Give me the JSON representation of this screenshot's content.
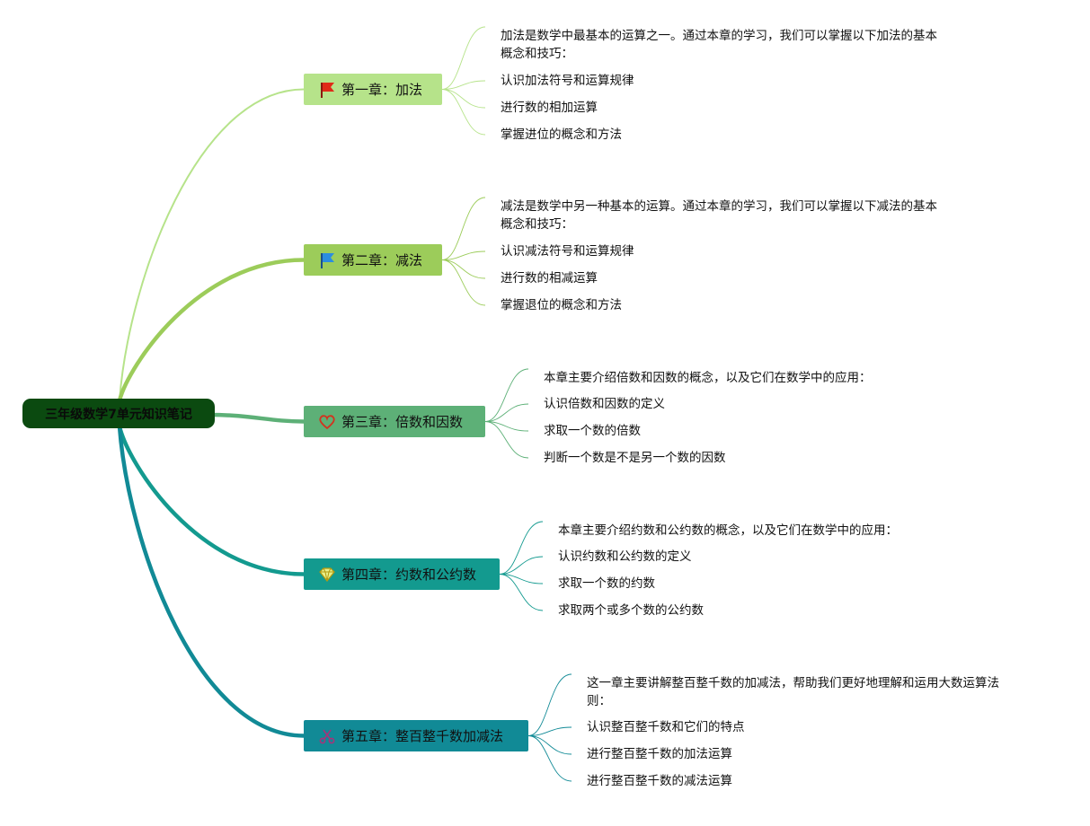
{
  "root": {
    "label": "三年级数学7单元知识笔记",
    "color": "#0b4a10"
  },
  "chapters": [
    {
      "label": "第一章：加法",
      "icon": "red-flag-icon",
      "color": "#b6e38a",
      "items": [
        "加法是数学中最基本的运算之一。通过本章的学习，我们可以掌握以下加法的基本概念和技巧：",
        "认识加法符号和运算规律",
        "进行数的相加运算",
        "掌握进位的概念和方法"
      ]
    },
    {
      "label": "第二章：减法",
      "icon": "blue-flag-icon",
      "color": "#9ccc5a",
      "items": [
        "减法是数学中另一种基本的运算。通过本章的学习，我们可以掌握以下减法的基本概念和技巧：",
        "认识减法符号和运算规律",
        "进行数的相减运算",
        "掌握退位的概念和方法"
      ]
    },
    {
      "label": "第三章：倍数和因数",
      "icon": "heart-icon",
      "color": "#5db077",
      "items": [
        "本章主要介绍倍数和因数的概念，以及它们在数学中的应用：",
        "认识倍数和因数的定义",
        "求取一个数的倍数",
        "判断一个数是不是另一个数的因数"
      ]
    },
    {
      "label": "第四章：约数和公约数",
      "icon": "diamond-icon",
      "color": "#139a8f",
      "items": [
        "本章主要介绍约数和公约数的概念，以及它们在数学中的应用：",
        "认识约数和公约数的定义",
        "求取一个数的约数",
        "求取两个或多个数的公约数"
      ]
    },
    {
      "label": "第五章：整百整千数加减法",
      "icon": "scissors-icon",
      "color": "#118a96",
      "items": [
        "这一章主要讲解整百整千数的加减法，帮助我们更好地理解和运用大数运算法则：",
        "认识整百整千数和它们的特点",
        "进行整百整千数的加法运算",
        "进行整百整千数的减法运算"
      ]
    }
  ]
}
